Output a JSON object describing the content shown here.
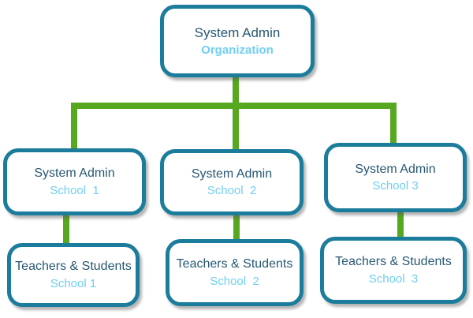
{
  "diagram": {
    "type": "org-chart",
    "root": {
      "title": "System Admin",
      "subtitle": "Organization"
    },
    "admins": [
      {
        "title": "System Admin",
        "subtitle": "School  1"
      },
      {
        "title": "System Admin",
        "subtitle": "School  2"
      },
      {
        "title": "System Admin",
        "subtitle": "School 3"
      }
    ],
    "groups": [
      {
        "title": "Teachers & Students",
        "subtitle": "School 1"
      },
      {
        "title": "Teachers & Students",
        "subtitle": "School  2"
      },
      {
        "title": "Teachers & Students",
        "subtitle": "School  3"
      }
    ],
    "colors": {
      "box_border": "#1b7c9c",
      "title_text": "#275872",
      "subtitle_text": "#6fcff2",
      "connector": "#57a821"
    }
  }
}
